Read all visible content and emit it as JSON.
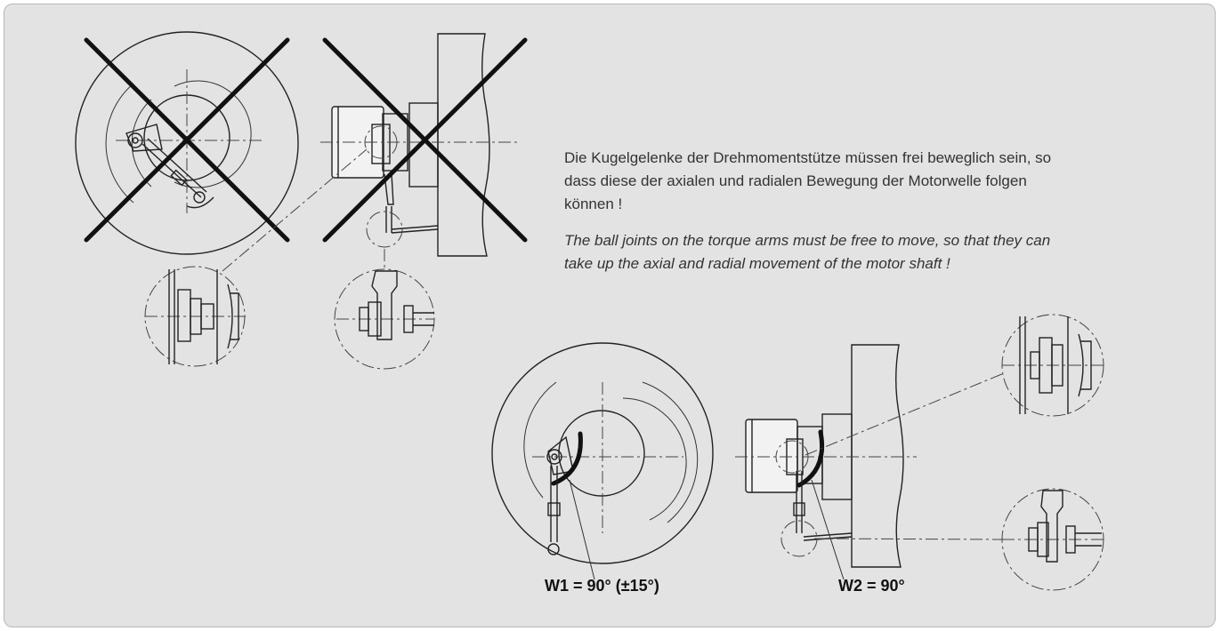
{
  "notes": {
    "german": "Die Kugelgelenke der Drehmomentstütze müssen frei beweglich sein, so dass diese der axialen und radialen Bewegung der Motorwelle folgen können !",
    "english": "The ball joints on the torque arms must be free to move, so that they can take up the axial and radial movement of the motor shaft !"
  },
  "angles": {
    "w1": "W1 = 90° (±15°)",
    "w2": "W2 = 90°"
  },
  "colors": {
    "panel_background": "#e3e3e3",
    "line": "#222222",
    "cross": "#111111",
    "highlight_arc": "#111111"
  },
  "figures": [
    {
      "name": "front-view-incorrect",
      "marked": "cross"
    },
    {
      "name": "side-view-incorrect",
      "marked": "cross"
    },
    {
      "name": "front-view-correct",
      "marked": "none"
    },
    {
      "name": "side-view-correct",
      "marked": "none"
    }
  ]
}
